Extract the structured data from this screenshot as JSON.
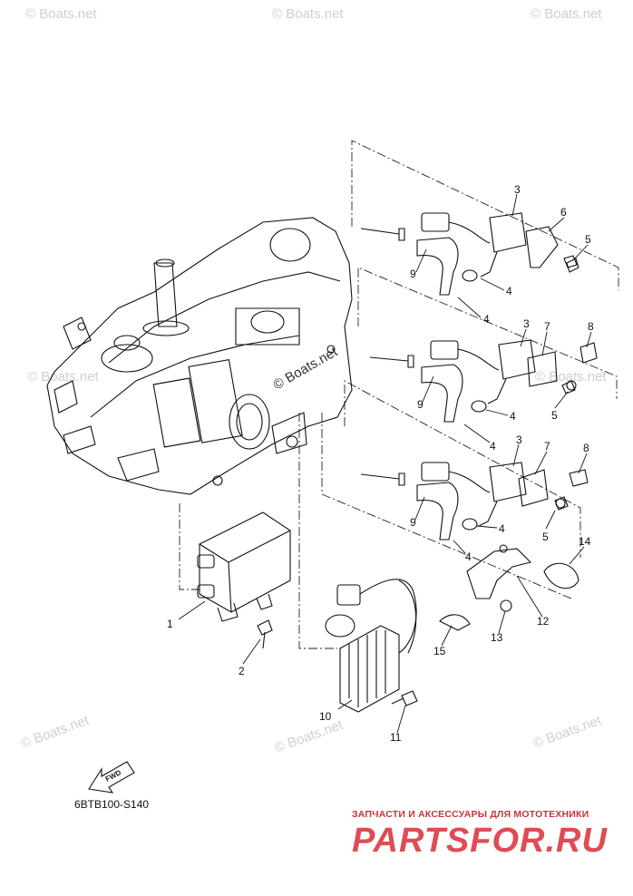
{
  "diagram_code": "6BTB100-S140",
  "fwd_label": "FWD",
  "watermark": "© Boats.net",
  "brand": {
    "subtitle": "ЗАПЧАСТИ И АКСЕССУАРЫ ДЛЯ МОТОТЕХНИКИ",
    "logo": "PARTSFOR.RU",
    "color": "#e04b55"
  },
  "callouts": [
    {
      "id": "c1",
      "text": "1"
    },
    {
      "id": "c2",
      "text": "2"
    },
    {
      "id": "c3a",
      "text": "3"
    },
    {
      "id": "c3b",
      "text": "3"
    },
    {
      "id": "c3c",
      "text": "3"
    },
    {
      "id": "c4a",
      "text": "4"
    },
    {
      "id": "c4b",
      "text": "4"
    },
    {
      "id": "c4c",
      "text": "4"
    },
    {
      "id": "c4d",
      "text": "4"
    },
    {
      "id": "c4e",
      "text": "4"
    },
    {
      "id": "c4f",
      "text": "4"
    },
    {
      "id": "c5a",
      "text": "5"
    },
    {
      "id": "c5b",
      "text": "5"
    },
    {
      "id": "c5c",
      "text": "5"
    },
    {
      "id": "c6",
      "text": "6"
    },
    {
      "id": "c7a",
      "text": "7"
    },
    {
      "id": "c7b",
      "text": "7"
    },
    {
      "id": "c8a",
      "text": "8"
    },
    {
      "id": "c8b",
      "text": "8"
    },
    {
      "id": "c9a",
      "text": "9"
    },
    {
      "id": "c9b",
      "text": "9"
    },
    {
      "id": "c9c",
      "text": "9"
    },
    {
      "id": "c10",
      "text": "10"
    },
    {
      "id": "c11",
      "text": "11"
    },
    {
      "id": "c12",
      "text": "12"
    },
    {
      "id": "c13",
      "text": "13"
    },
    {
      "id": "c14",
      "text": "14"
    },
    {
      "id": "c15",
      "text": "15"
    }
  ]
}
